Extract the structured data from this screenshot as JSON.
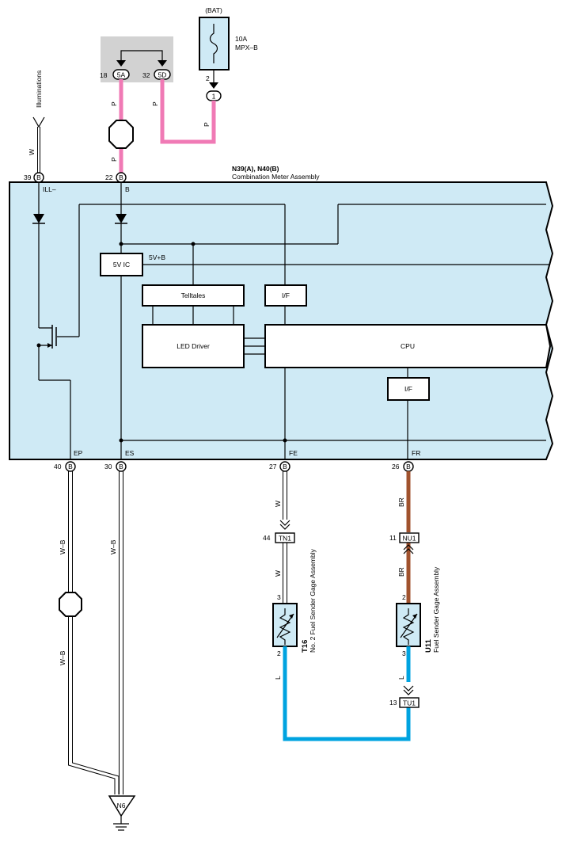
{
  "battery": {
    "label": "(BAT)",
    "fuse_rating": "10A",
    "fuse_name": "MPX–B"
  },
  "junction": {
    "pin_5a": "18",
    "conn_5a": "5A",
    "pin_5d": "32",
    "conn_5d": "5D"
  },
  "fuse_out": {
    "pin": "2",
    "conn": "1"
  },
  "wire_colors": {
    "pink": "P",
    "white": "W",
    "white_black": "W–B",
    "brown_red": "BR",
    "blue": "L"
  },
  "illumination": {
    "label": "Illuminations"
  },
  "meter": {
    "code": "N39(A), N40(B)",
    "name": "Combination Meter Assembly",
    "fill_color": "#cfeaf5",
    "pins": {
      "ill_num": "39",
      "ill_conn": "B",
      "ill_label": "ILL–",
      "b_num": "22",
      "b_conn": "B",
      "b_label": "B",
      "ep_num": "40",
      "ep_conn": "B",
      "ep_label": "EP",
      "es_num": "30",
      "es_conn": "B",
      "es_label": "ES",
      "fe_num": "27",
      "fe_conn": "B",
      "fe_label": "FE",
      "fr_num": "26",
      "fr_conn": "B",
      "fr_label": "FR"
    },
    "blocks": {
      "ic": "5V IC",
      "v5b": "5V+B",
      "telltales": "Telltales",
      "if": "I/F",
      "led": "LED Driver",
      "cpu": "CPU"
    }
  },
  "tn1": {
    "pin": "44",
    "conn": "TN1"
  },
  "nu1": {
    "pin": "11",
    "conn": "NU1"
  },
  "tu1": {
    "pin": "13",
    "conn": "TU1"
  },
  "t16": {
    "code": "T16",
    "name": "No. 2 Fuel Sender Gage Assembly",
    "pin_top": "3",
    "pin_bottom": "2"
  },
  "u11": {
    "code": "U11",
    "name": "Fuel Sender Gage Assembly",
    "pin_top": "2",
    "pin_bottom": "3"
  },
  "ground": {
    "label": "N6"
  },
  "colors": {
    "pink": "#f07ab5",
    "brown": "#a0522d",
    "blue": "#00a3e0",
    "gray_box": "#d2d2d2",
    "meter_fill": "#cfeaf5"
  }
}
